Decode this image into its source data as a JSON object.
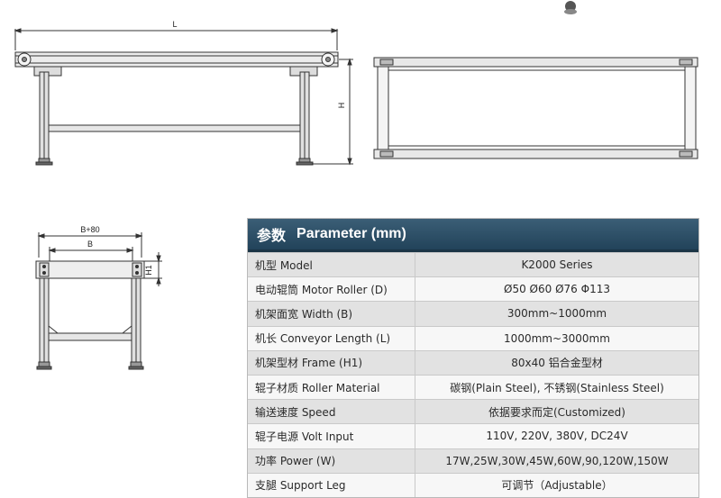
{
  "dimensions": {
    "length": "L",
    "height": "H",
    "width_total": "B+80",
    "width": "B",
    "frame_height": "H1"
  },
  "table": {
    "title_cn": "参数",
    "title_en": "Parameter (mm)",
    "rows": [
      {
        "label": "机型 Model",
        "value": "K2000 Series"
      },
      {
        "label": "电动辊筒 Motor Roller (D)",
        "value": "Ø50  Ø60  Ø76 Φ113"
      },
      {
        "label": "机架面宽 Width (B)",
        "value": "300mm~1000mm"
      },
      {
        "label": "机长  Conveyor Length (L)",
        "value": "1000mm~3000mm"
      },
      {
        "label": "机架型材   Frame (H1)",
        "value": "80x40 铝合金型材"
      },
      {
        "label": "辊子材质   Roller Material",
        "value": "碳钢(Plain Steel), 不锈钢(Stainless Steel)"
      },
      {
        "label": "输送速度   Speed",
        "value": "依据要求而定(Customized)"
      },
      {
        "label": "辊子电源   Volt Input",
        "value": "110V, 220V, 380V, DC24V"
      },
      {
        "label": "功率   Power (W)",
        "value": "17W,25W,30W,45W,60W,90,120W,150W"
      },
      {
        "label": "支腿  Support Leg",
        "value": "可调节（Adjustable）"
      }
    ]
  }
}
